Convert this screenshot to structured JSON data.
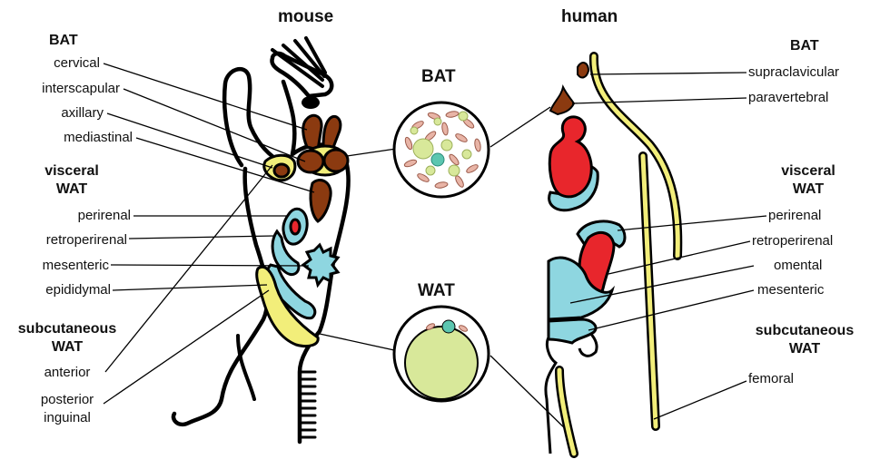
{
  "titles": {
    "mouse": "mouse",
    "human": "human"
  },
  "callouts": {
    "bat": "BAT",
    "wat": "WAT"
  },
  "mouse": {
    "bat_heading": "BAT",
    "bat": [
      "cervical",
      "interscapular",
      "axillary",
      "mediastinal"
    ],
    "visceral_heading": [
      "visceral",
      "WAT"
    ],
    "visceral": [
      "perirenal",
      "retroperirenal",
      "mesenteric",
      "epididymal"
    ],
    "subcutaneous_heading": [
      "subcutaneous",
      "WAT"
    ],
    "subcutaneous": [
      "anterior",
      "posterior",
      "inguinal"
    ]
  },
  "human": {
    "bat_heading": "BAT",
    "bat": [
      "supraclavicular",
      "paravertebral"
    ],
    "visceral_heading": [
      "visceral",
      "WAT"
    ],
    "visceral": [
      "perirenal",
      "retroperirenal",
      "omental",
      "mesenteric"
    ],
    "subcutaneous_heading": [
      "subcutaneous",
      "WAT"
    ],
    "subcutaneous": [
      "femoral"
    ]
  },
  "colors": {
    "outline": "#000000",
    "bat": "#8B3A10",
    "wat_visceral": "#8ED6E0",
    "wat_subcutaneous": "#F2EE7A",
    "kidney": "#E8262C",
    "lipid": "#D8E89A",
    "mitochondria": "#E8B4A6",
    "nucleus": "#5CC6B0"
  }
}
